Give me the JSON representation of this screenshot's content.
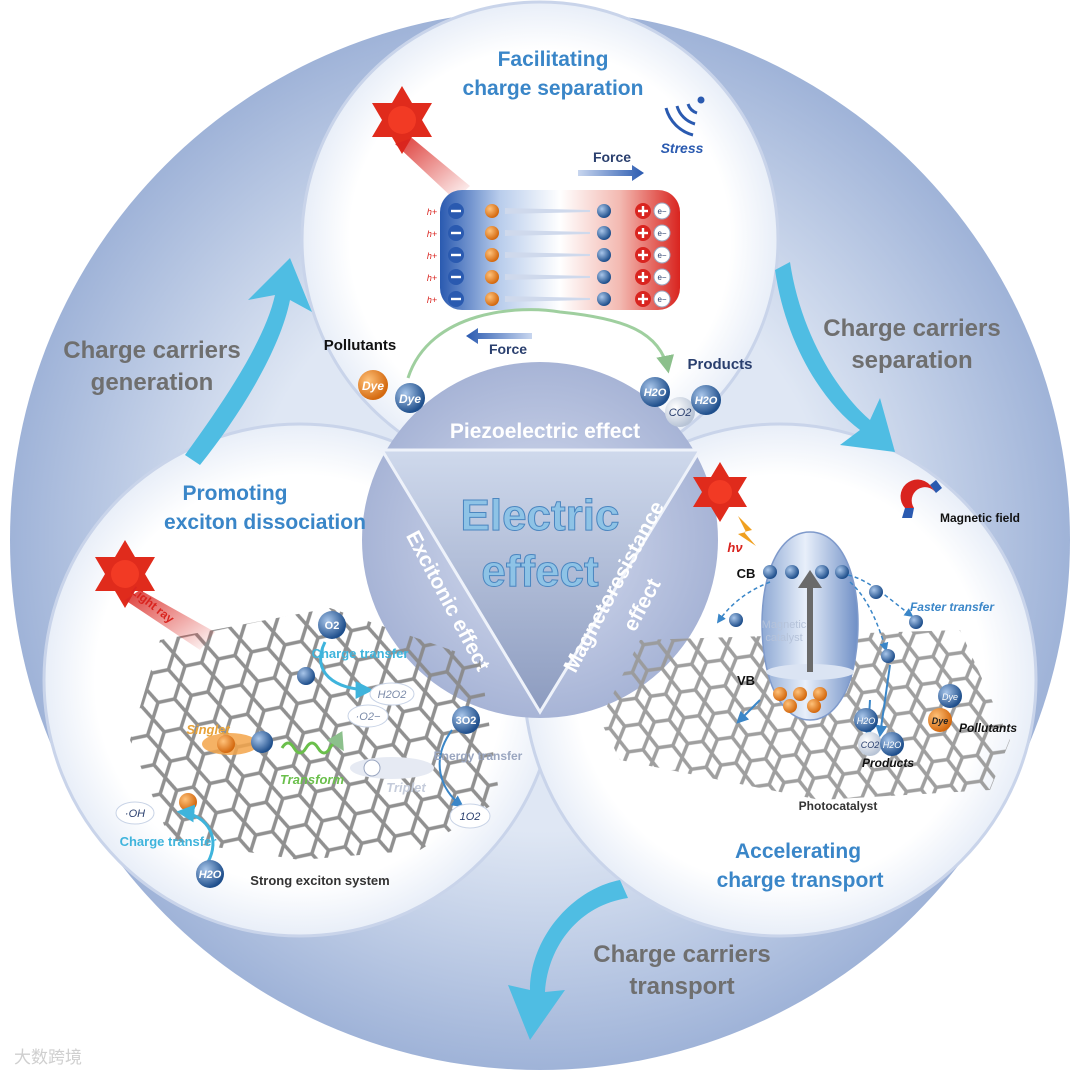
{
  "center": {
    "line1": "Electric",
    "line2": "effect"
  },
  "effects": {
    "piezo": "Piezoelectric effect",
    "excitonic": "Excitonic effect",
    "magneto_line1": "Magnetoresistance",
    "magneto_line2": "effect"
  },
  "outer_labels": {
    "generation_line1": "Charge carriers",
    "generation_line2": "generation",
    "separation_line1": "Charge carriers",
    "separation_line2": "separation",
    "transport_line1": "Charge carriers",
    "transport_line2": "transport"
  },
  "top_circle": {
    "title_line1": "Facilitating",
    "title_line2": "charge separation",
    "stress": "Stress",
    "force_top": "Force",
    "force_bottom": "Force",
    "pollutants": "Pollutants",
    "products": "Products",
    "dye": "Dye",
    "h2o": "H2O",
    "co2": "CO2",
    "hplus": "h+",
    "eminus": "e−"
  },
  "left_circle": {
    "title_line1": "Promoting",
    "title_line2": "exciton dissociation",
    "light_ray": "Light ray",
    "o2": "O2",
    "charge_transfer_1": "Charge transfer",
    "h2o2": "H2O2",
    "superoxide": "·O2−",
    "singlet": "Singlet",
    "transform": "Transform",
    "triplet": "Triplet",
    "triplet_o2": "3O2",
    "energy_transfer": "Energy transfer",
    "singlet_o2": "1O2",
    "oh": "·OH",
    "charge_transfer_2": "Charge transfer",
    "h2o": "H2O",
    "system_label": "Strong exciton system"
  },
  "right_circle": {
    "title_line1": "Accelerating",
    "title_line2": "charge transport",
    "magnetic_field": "Magnetic field",
    "hv": "hν",
    "cb": "CB",
    "vb": "VB",
    "catalyst_line1": "Magnetic",
    "catalyst_line2": "catalyst",
    "faster_transfer": "Faster transfer",
    "dye": "Dye",
    "pollutants": "Pollutants",
    "products": "Products",
    "h2o": "H2O",
    "co2": "CO2",
    "photocatalyst": "Photocatalyst"
  },
  "watermark": "大数跨境",
  "colors": {
    "outer_ring": "#aebfde",
    "inner_triangle": "#a7b4d6",
    "title_blue": "#3a86c8",
    "arrow_cyan": "#3fb4dc",
    "positive_red": "#e0302c",
    "negative_blue": "#2a5ab0",
    "sun_red": "#e02b1c"
  }
}
